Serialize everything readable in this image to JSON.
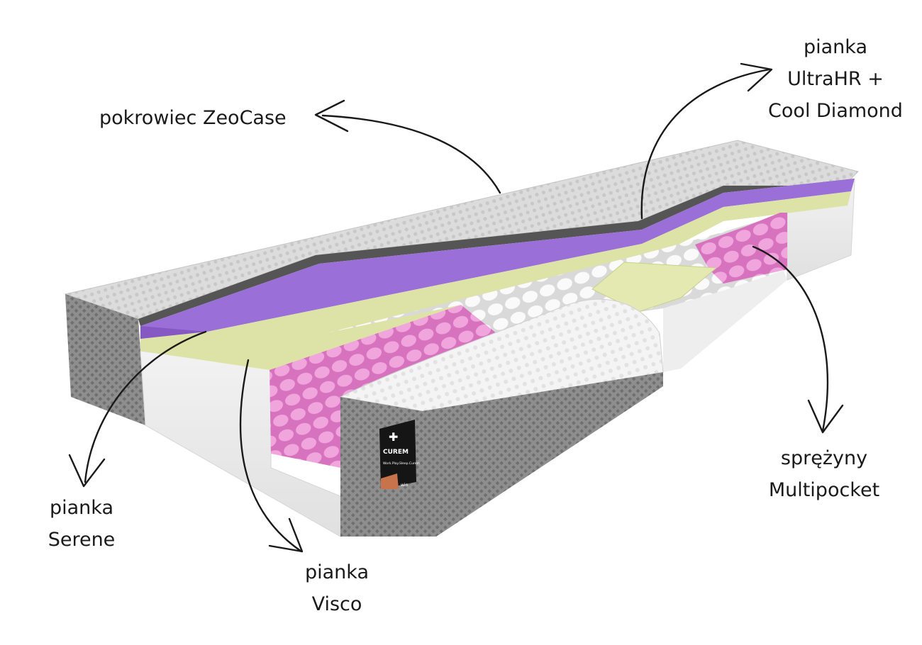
{
  "labels": {
    "cover": {
      "lines": [
        "pokrowiec ZeoCase"
      ]
    },
    "ultrahr": {
      "lines": [
        "pianka",
        "UltraHR +",
        "Cool Diamond"
      ]
    },
    "serene": {
      "lines": [
        "pianka",
        "Serene"
      ]
    },
    "visco": {
      "lines": [
        "pianka",
        "Visco"
      ]
    },
    "springs": {
      "lines": [
        "sprężyny",
        "Multipocket"
      ]
    }
  },
  "tag": {
    "brand": "CUREM",
    "slogan": "Work.Play.Sleep.Curem",
    "footer": "win"
  },
  "colors": {
    "cover_top": "#d6d6d6",
    "cover_side": "#8c8c8c",
    "purple_foam": "#9b6fd8",
    "yellow_foam": "#dde3a6",
    "springs_pink": "#e88fd2",
    "springs_white": "#f4f4f4",
    "arrow": "#1a1a1a"
  }
}
